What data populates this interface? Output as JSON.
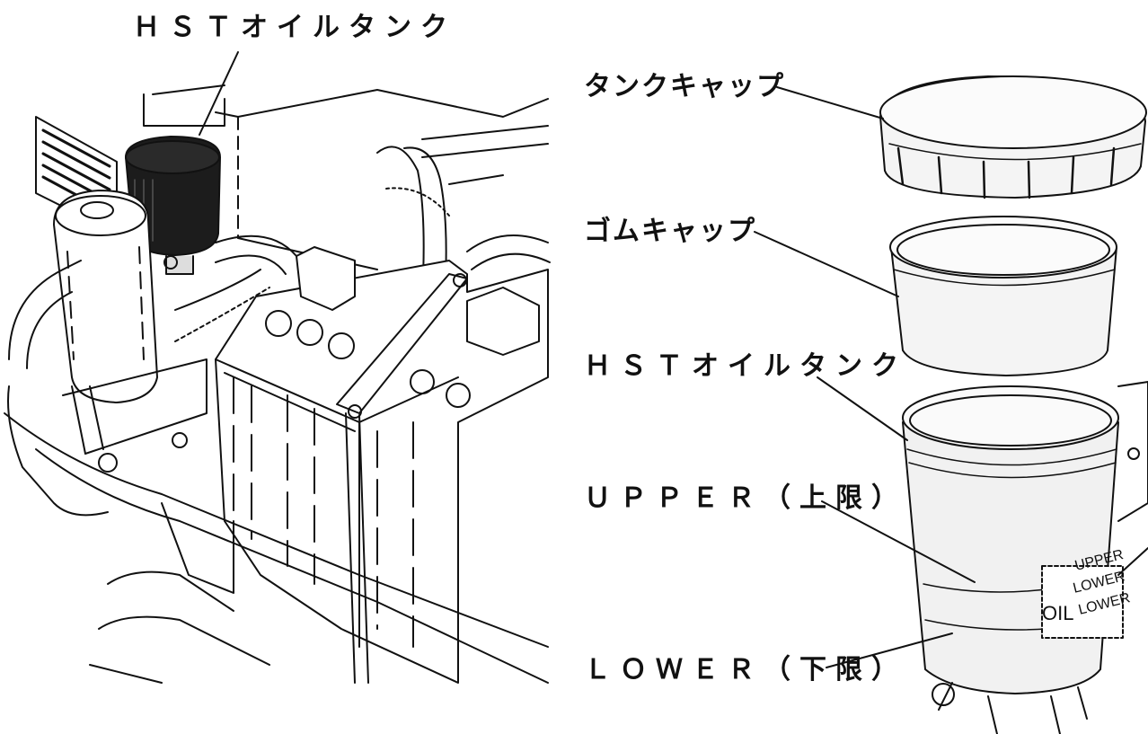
{
  "labels": {
    "left_tank": "ＨＳＴオイルタンク",
    "tank_cap": "タンクキャップ",
    "rubber_cap": "ゴムキャップ",
    "right_tank": "ＨＳＴオイルタンク",
    "upper": "ＵＰＰＥＲ（上限）",
    "lower": "ＬＯＷＥＲ（下限）"
  },
  "sticker": {
    "oil": "OIL",
    "upper": "UPPER",
    "lower": "LOWER",
    "lower2": "LOWER"
  }
}
